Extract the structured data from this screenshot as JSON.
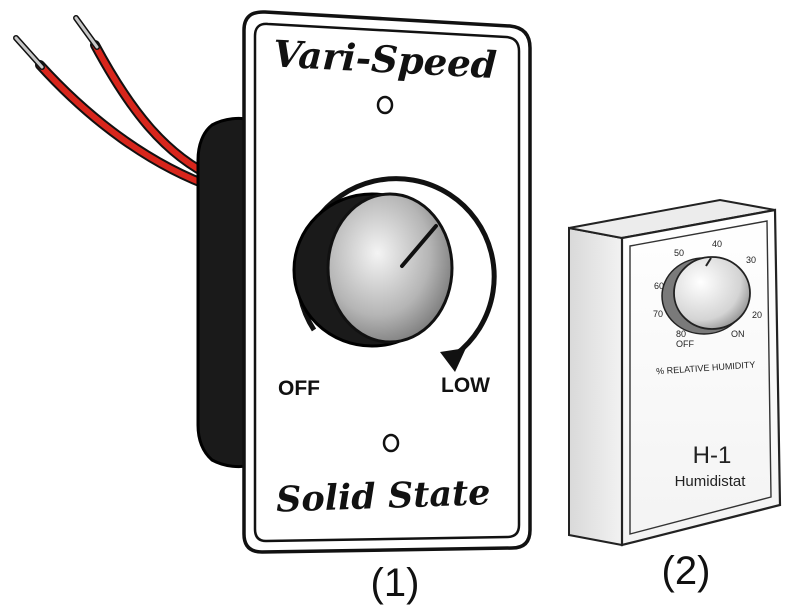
{
  "speed_control": {
    "brand_top": "Vari-Speed",
    "brand_bottom": "Solid State",
    "label_off": "OFF",
    "label_low": "LOW",
    "caption": "(1)"
  },
  "humidistat": {
    "scale_labels": [
      "50",
      "40",
      "30",
      "60",
      "20",
      "70",
      "80"
    ],
    "label_off": "OFF",
    "label_on": "ON",
    "scale_title": "% RELATIVE HUMIDITY",
    "model": "H-1",
    "name": "Humidistat",
    "caption": "(2)"
  },
  "colors": {
    "wire": "#d8261c",
    "outline": "#111111",
    "housing": "#1a1a1a"
  }
}
